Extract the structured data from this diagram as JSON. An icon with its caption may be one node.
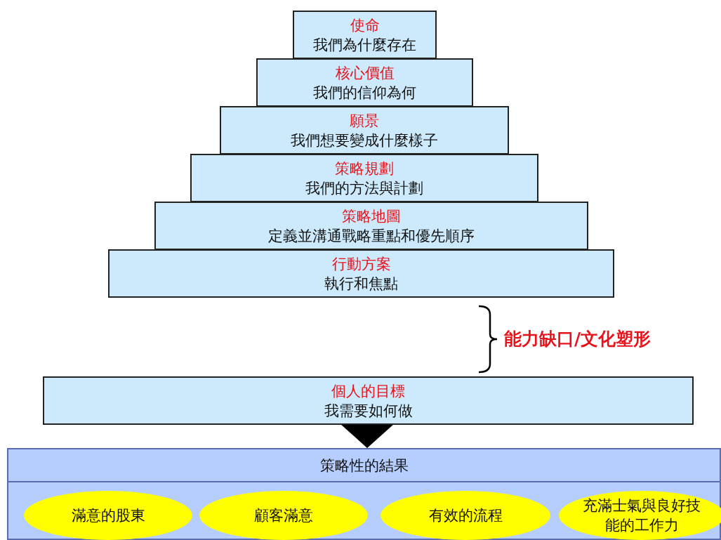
{
  "diagram": {
    "nodes": [
      {
        "text": [
          "使命",
          "我們為什麼存在"
        ]
      },
      {
        "text": [
          "核心價值",
          "我們的信仰為何"
        ]
      },
      {
        "text": [
          "願景",
          "我們想要變成什麼樣子"
        ]
      },
      {
        "text": [
          "策略規劃",
          "我們的方法與計劃"
        ]
      },
      {
        "text": [
          "策略地圖",
          "定義並溝通戰略重點和優先順序"
        ]
      },
      {
        "text": [
          "行動方案",
          "執行和焦點"
        ]
      },
      {
        "text": [
          "個人的目標",
          "我需要如何做"
        ]
      },
      {
        "text": [
          "策略性的結果"
        ]
      },
      {
        "text": [
          "滿意的股東"
        ],
        "in": 7
      },
      {
        "text": [
          "顧客滿意"
        ],
        "in": 7
      },
      {
        "text": [
          "有效的流程"
        ],
        "in": 7
      },
      {
        "text": [
          "充滿士氣與良好技能的工作力"
        ],
        "in": 7
      }
    ],
    "edges": [
      {
        "from": 6,
        "to": 7,
        "arrow": "to"
      }
    ],
    "labels": [
      "能力缺口/文化塑形"
    ]
  }
}
